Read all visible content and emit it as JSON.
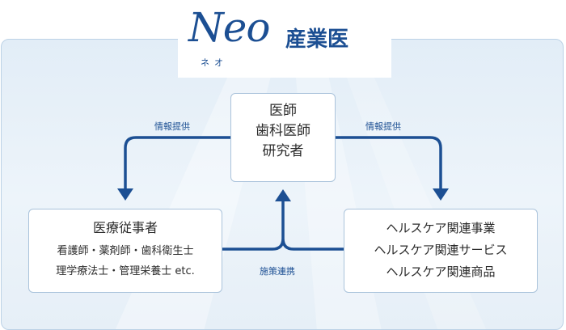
{
  "header": {
    "logo_word": "Neo",
    "title": "産業医",
    "ruby": "ネオ"
  },
  "nodes": {
    "top": {
      "lines": [
        "医師",
        "歯科医師",
        "研究者"
      ]
    },
    "left": {
      "title": "医療従事者",
      "lines": [
        "看護師・薬剤師・歯科衛生士",
        "理学療法士・管理栄養士 etc."
      ]
    },
    "right": {
      "lines": [
        "ヘルスケア関連事業",
        "ヘルスケア関連サービス",
        "ヘルスケア関連商品"
      ]
    }
  },
  "edges": {
    "to_left": "情報提供",
    "to_right": "情報提供",
    "collaboration": "施策連携"
  },
  "colors": {
    "accent": "#1c4f93",
    "frame_border": "#bcd2e6",
    "box_border": "#aac3db",
    "text": "#2b2b2b"
  }
}
